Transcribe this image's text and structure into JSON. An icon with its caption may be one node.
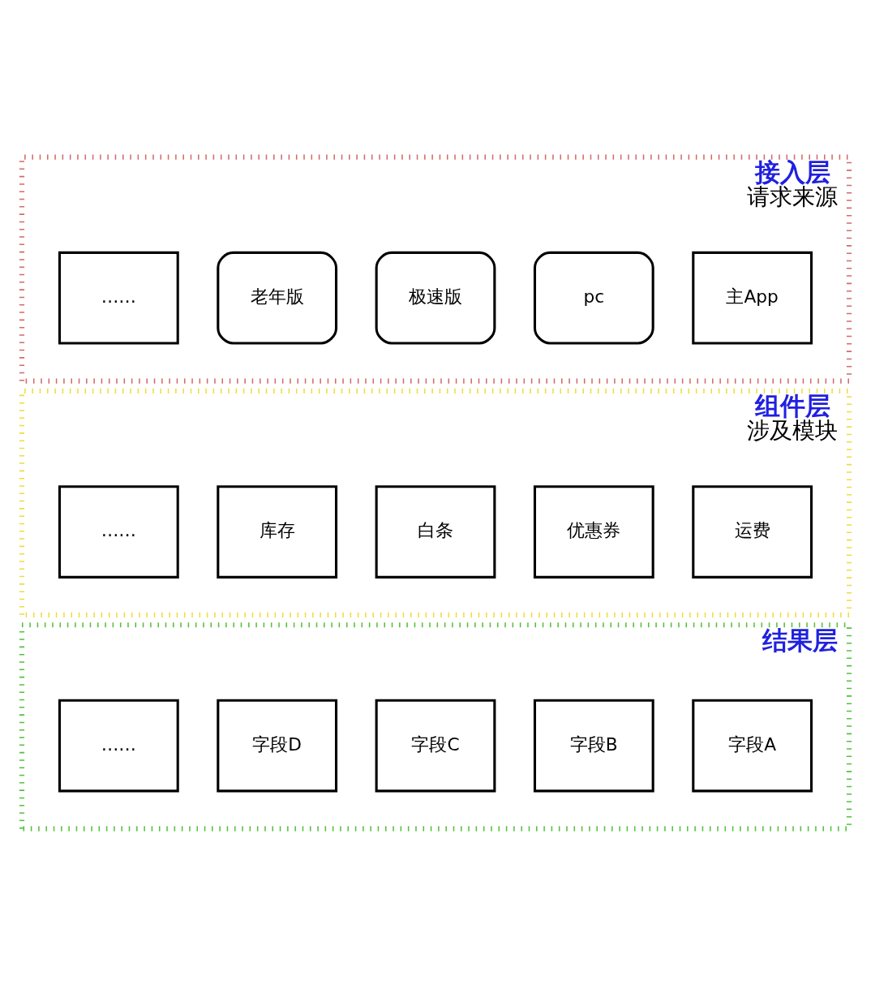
{
  "diagram": {
    "nodes": [
      {
        "text": [
          "接入层",
          "请求来源"
        ]
      },
      {
        "text": [
          "主App"
        ],
        "in": 0
      },
      {
        "text": [
          "pc"
        ],
        "in": 0
      },
      {
        "text": [
          "极速版"
        ],
        "in": 0
      },
      {
        "text": [
          "老年版"
        ],
        "in": 0
      },
      {
        "text": [
          "……"
        ],
        "in": 0
      },
      {
        "text": [
          "组件层",
          "涉及模块"
        ]
      },
      {
        "text": [
          "运费"
        ],
        "in": 6
      },
      {
        "text": [
          "优惠券"
        ],
        "in": 6
      },
      {
        "text": [
          "白条"
        ],
        "in": 6
      },
      {
        "text": [
          "库存"
        ],
        "in": 6
      },
      {
        "text": [
          "……"
        ],
        "in": 6
      },
      {
        "text": [
          "结果层"
        ]
      },
      {
        "text": [
          "字段A"
        ],
        "in": 12
      },
      {
        "text": [
          "字段B"
        ],
        "in": 12
      },
      {
        "text": [
          "字段C"
        ],
        "in": 12
      },
      {
        "text": [
          "字段D"
        ],
        "in": 12
      },
      {
        "text": [
          "……"
        ],
        "in": 12
      }
    ],
    "edges": []
  }
}
